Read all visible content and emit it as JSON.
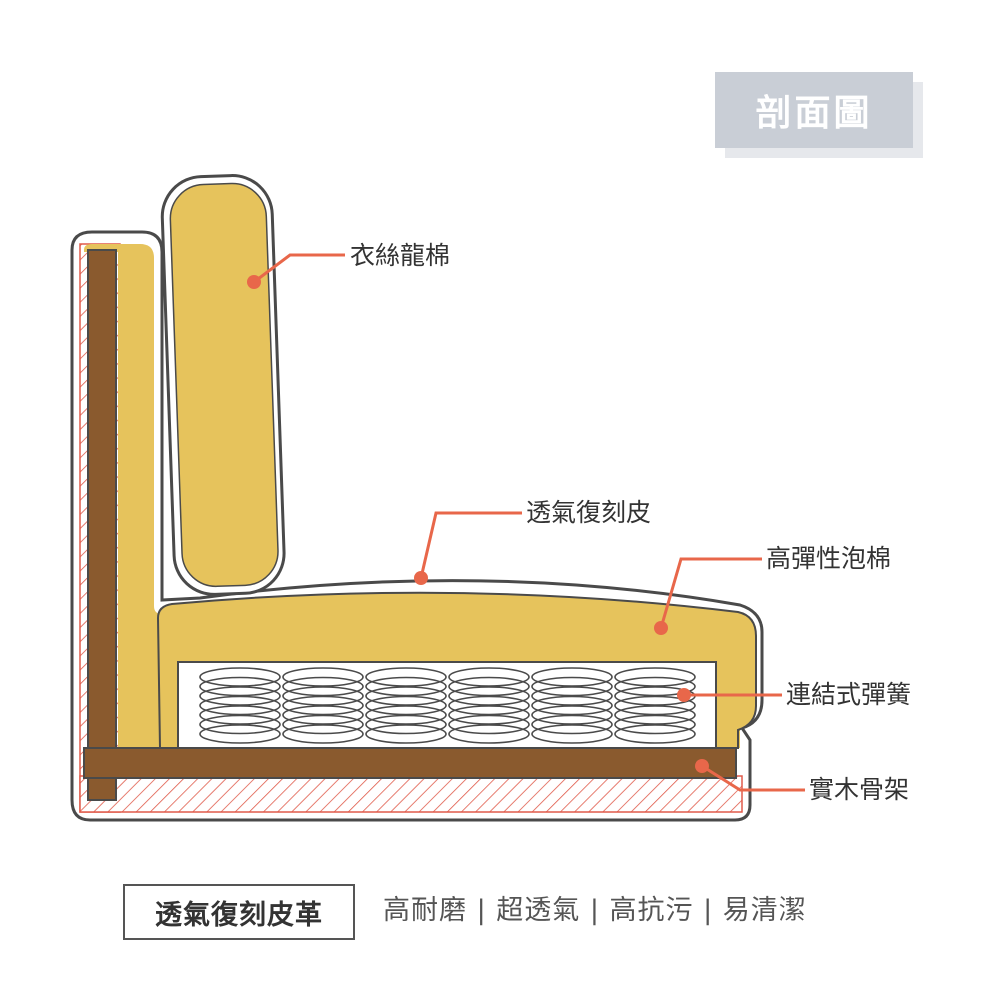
{
  "title": "剖面圖",
  "labels": {
    "fiber_cotton": "衣絲龍棉",
    "breathable_leather": "透氣復刻皮",
    "high_resilience_foam": "高彈性泡棉",
    "connected_springs": "連結式彈簧",
    "solid_wood_frame": "實木骨架"
  },
  "footer": {
    "material": "透氣復刻皮革",
    "features": "高耐磨 | 超透氣 | 高抗污 | 易清潔"
  },
  "colors": {
    "cushion": "#e6c35c",
    "wood": "#8a5a2e",
    "leader": "#e8674a",
    "hatch": "#e05a4a",
    "outline": "#4a4a4a",
    "badge": "#c9ced6"
  },
  "springs": {
    "count": 6
  }
}
